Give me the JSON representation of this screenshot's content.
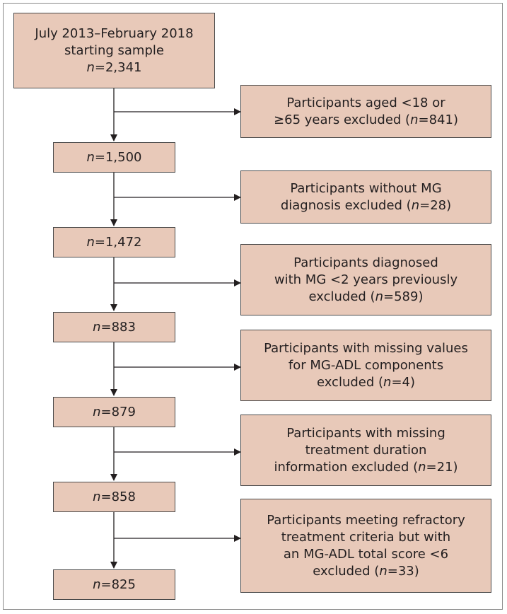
{
  "start": {
    "lines": [
      "July 2013–February 2018",
      "starting sample"
    ],
    "n_prefix": "n",
    "n_value": "=2,341"
  },
  "steps": [
    {
      "exclusion_lines": [
        "Participants aged <18 or",
        "≥65 years excluded (",
        "=841)"
      ],
      "remaining_prefix": "n",
      "remaining_value": "=1,500"
    },
    {
      "exclusion_lines": [
        "Participants without MG",
        "diagnosis excluded (",
        "=28)"
      ],
      "remaining_prefix": "n",
      "remaining_value": "=1,472"
    },
    {
      "exclusion_lines": [
        "Participants diagnosed",
        "with MG <2 years previously",
        "excluded (",
        "=589)"
      ],
      "remaining_prefix": "n",
      "remaining_value": "=883"
    },
    {
      "exclusion_lines": [
        "Participants with missing values",
        "for MG-ADL components",
        "excluded (",
        "=4)"
      ],
      "remaining_prefix": "n",
      "remaining_value": "=879"
    },
    {
      "exclusion_lines": [
        "Participants with missing",
        "treatment duration",
        "information excluded (",
        "=21)"
      ],
      "remaining_prefix": "n",
      "remaining_value": "=858"
    },
    {
      "exclusion_lines": [
        "Participants meeting refractory",
        "treatment criteria but with",
        "an MG-ADL total score <6",
        "excluded (",
        "=33)"
      ],
      "remaining_prefix": "n",
      "remaining_value": "=825"
    }
  ],
  "n_symbol": "n"
}
